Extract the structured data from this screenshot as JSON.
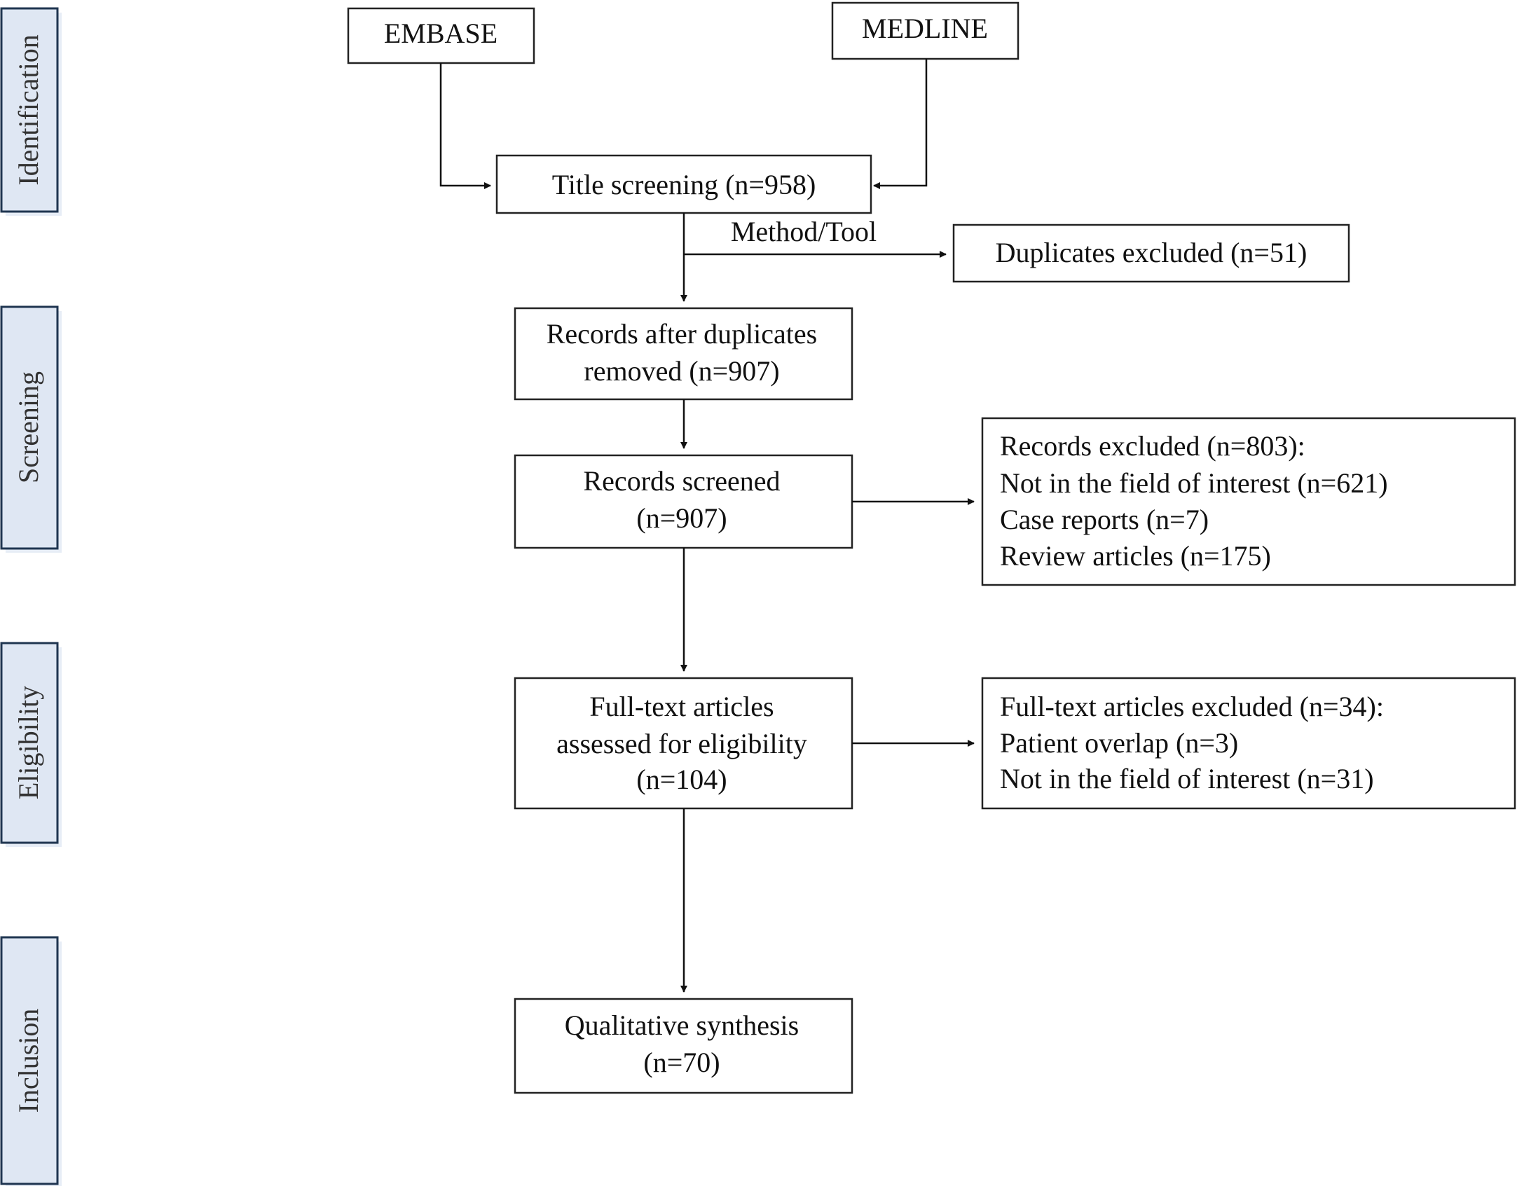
{
  "phases": {
    "identification": "Identification",
    "screening": "Screening",
    "eligibility": "Eligibility",
    "inclusion": "Inclusion"
  },
  "sources": {
    "embase": "EMBASE",
    "medline": "MEDLINE"
  },
  "main_flow": {
    "title_screening": "Title screening (n=958)",
    "method_label": "Method/Tool",
    "after_duplicates_line1": "Records after duplicates",
    "after_duplicates_line2": "removed (n=907)",
    "screened_line1": "Records screened",
    "screened_line2": "(n=907)",
    "fulltext_line1": "Full-text  articles",
    "fulltext_line2": "assessed for eligibility",
    "fulltext_line3": "(n=104)",
    "synthesis_line1": "Qualitative  synthesis",
    "synthesis_line2": "(n=70)"
  },
  "exclusions": {
    "duplicates": "Duplicates excluded (n=51)",
    "records": [
      "Records excluded (n=803):",
      "Not in the field of interest (n=621)",
      "Case reports (n=7)",
      "Review articles (n=175)"
    ],
    "fulltext": [
      "Full-text  articles excluded (n=34):",
      "Patient overlap  (n=3)",
      "Not in the field of interest (n=31)"
    ]
  }
}
